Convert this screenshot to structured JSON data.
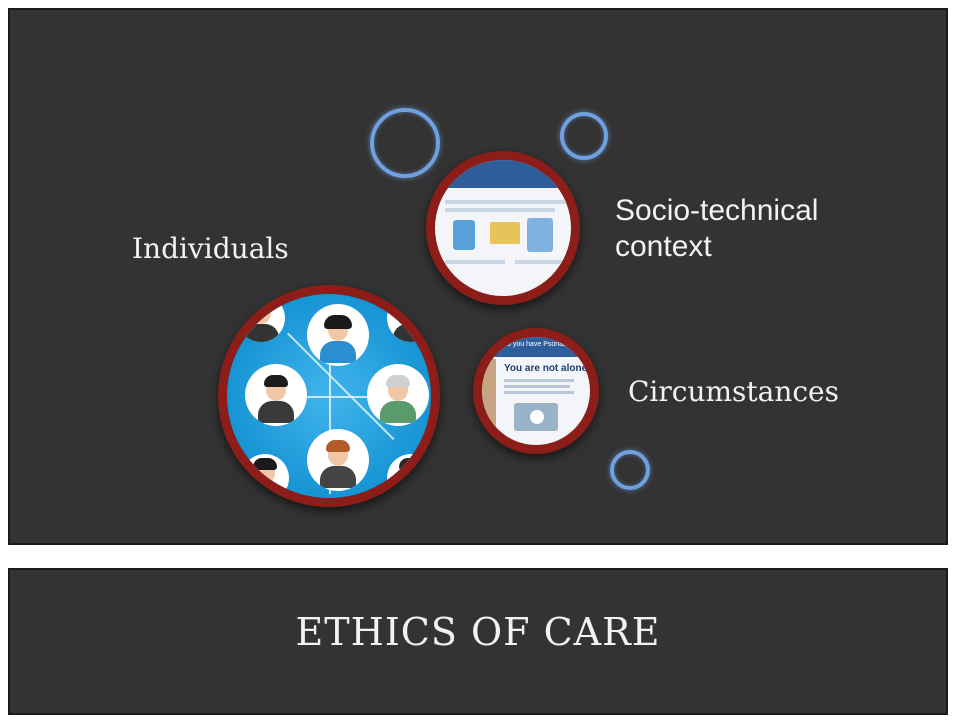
{
  "labels": {
    "individuals": "Individuals",
    "sociotechnical": "Socio-technical\ncontext",
    "circumstances": "Circumstances"
  },
  "footer": {
    "title": "ETHICS OF CARE"
  },
  "screenshot_snippets": {
    "circumstances_heading": "You are not alone.",
    "circumstances_banner": "Do you have Psoriasis too?"
  },
  "colors": {
    "slide_background": "#333333",
    "bubble_border": "#8c1d18",
    "ring_blue": "#6fa0df",
    "text": "#f2f2f2"
  }
}
